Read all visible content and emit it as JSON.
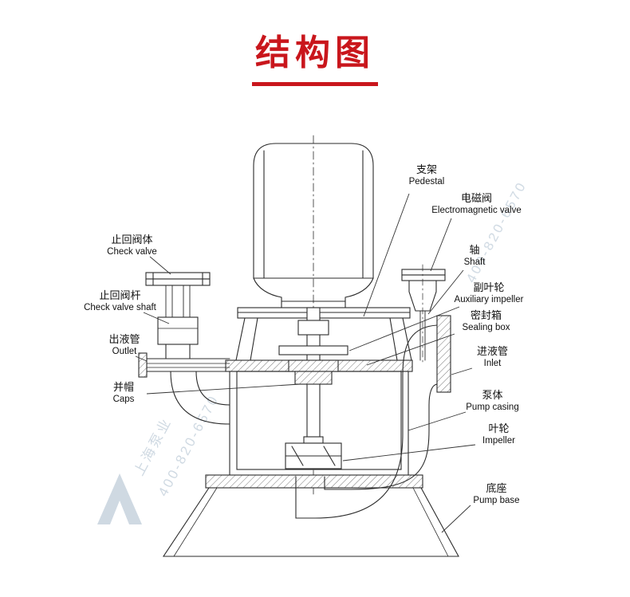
{
  "title": {
    "text": "结构图"
  },
  "labels": [
    {
      "id": "pedestal",
      "zh": "支架",
      "en": "Pedestal"
    },
    {
      "id": "electromagnetic-valve",
      "zh": "电磁阀",
      "en": "Electromagnetic valve"
    },
    {
      "id": "shaft",
      "zh": "轴",
      "en": "Shaft"
    },
    {
      "id": "auxiliary-impeller",
      "zh": "副叶轮",
      "en": "Auxiliary impeller"
    },
    {
      "id": "sealing-box",
      "zh": "密封箱",
      "en": "Sealing box"
    },
    {
      "id": "inlet",
      "zh": "进液管",
      "en": "Inlet"
    },
    {
      "id": "pump-casing",
      "zh": "泵体",
      "en": "Pump casing"
    },
    {
      "id": "impeller",
      "zh": "叶轮",
      "en": "Impeller"
    },
    {
      "id": "pump-base",
      "zh": "底座",
      "en": "Pump base"
    },
    {
      "id": "check-valve",
      "zh": "止回阀体",
      "en": "Check valve"
    },
    {
      "id": "check-valve-shaft",
      "zh": "止回阀杆",
      "en": "Check valve shaft"
    },
    {
      "id": "outlet",
      "zh": "出液管",
      "en": "Outlet"
    },
    {
      "id": "caps",
      "zh": "并帽",
      "en": "Caps"
    }
  ],
  "watermark": {
    "company": "上海泵业",
    "phone": "400-820-6570"
  },
  "colors": {
    "title_red": "#c9161c",
    "line": "#2b2b2b",
    "watermark": "#93aabf"
  }
}
